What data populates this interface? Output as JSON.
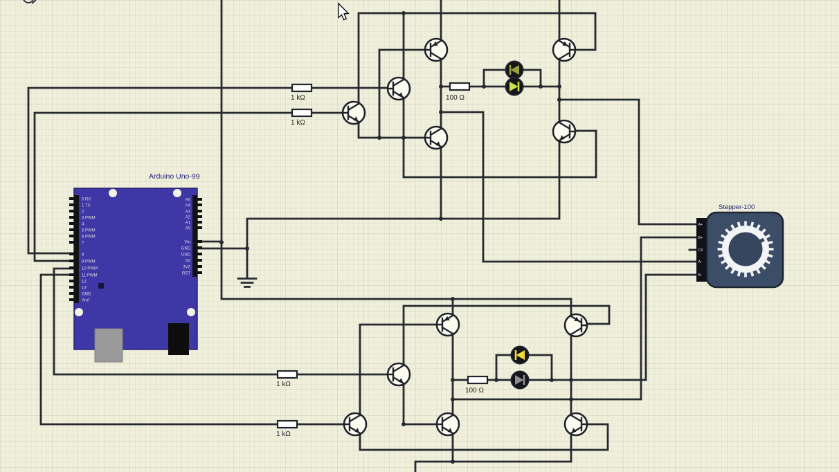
{
  "components": {
    "arduino": {
      "title": "Arduino Uno-99",
      "left_pins": [
        "0 RX",
        "1 TX",
        "2",
        "3 PWM",
        "4",
        "5 PWM",
        "6 PWM",
        "7",
        "8",
        "9 PWM",
        "10 PWM",
        "11 PWM",
        "12",
        "13",
        "GND",
        "Aref"
      ],
      "right_pins": [
        "A5",
        "A4",
        "A3",
        "A2",
        "A1",
        "A0",
        "Vin",
        "GND",
        "GND",
        "5V",
        "3V3",
        "RST"
      ]
    },
    "stepper": {
      "title": "Stepper-100",
      "pins": [
        "A+",
        "B+",
        "C0",
        "A-",
        "B-"
      ]
    },
    "transistor_count": 12,
    "led_count": 4
  },
  "resistors": [
    "1 kΩ",
    "1 kΩ",
    "100 Ω",
    "1 kΩ",
    "1 kΩ",
    "100 Ω"
  ],
  "colors": {
    "canvas": "#efefdc",
    "grid_minor": "#dfe0ca",
    "grid_major": "#cdd0b8",
    "wire": "#26292e",
    "arduino_board": "#3e37a6",
    "stepper_body": "#3c4d68",
    "led_olive": "#9aa03c",
    "led_yellow_green": "#cfe04e",
    "led_yellow": "#f2da3d",
    "led_gray": "#8f8f8f"
  }
}
